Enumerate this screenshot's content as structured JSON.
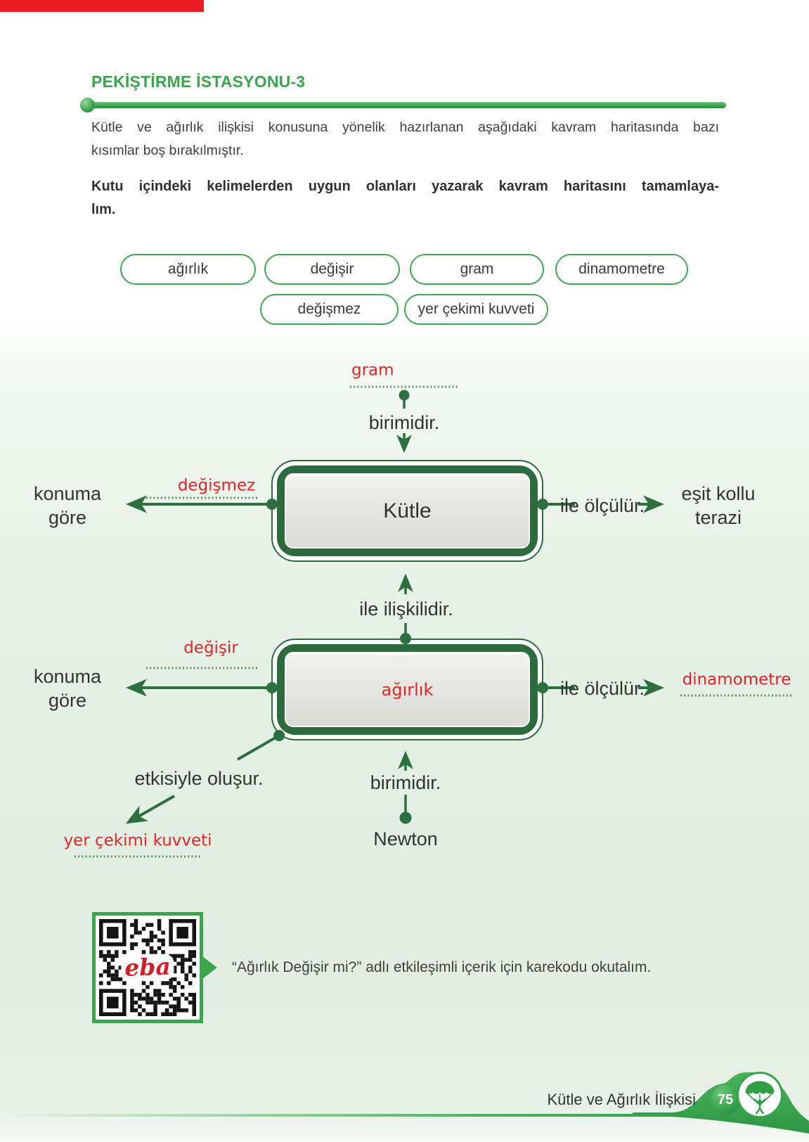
{
  "header": {
    "section_title": "PEKİŞTİRME İSTASYONU-3",
    "intro_lines": [
      "Kütle ve ağırlık ilişkisi konusuna yönelik hazırlanan aşağıdaki kavram haritasında bazı",
      "kısımlar boş bırakılmıştır."
    ],
    "instruction_lines": [
      "Kutu içindeki kelimelerden uygun olanları yazarak kavram haritasını tamamlaya-",
      "lım."
    ]
  },
  "word_bank": [
    "ağırlık",
    "değişir",
    "gram",
    "dinamometre",
    "değişmez",
    "yer çekimi kuvveti"
  ],
  "concept_map": {
    "unit_answer_top": "gram",
    "relation_unit_top": "birimidir.",
    "box_mass": "Kütle",
    "answer_mass_left": "değişmez",
    "label_location_top": "konuma göre",
    "relation_measured_top": "ile ölçülür.",
    "target_balance": "eşit kollu terazi",
    "relation_related": "ile ilişkilidir.",
    "answer_weight_left": "değişir",
    "label_location_bottom": "konuma göre",
    "box_weight_answer": "ağırlık",
    "relation_measured_bottom": "ile ölçülür.",
    "answer_dynamometer": "dinamometre",
    "relation_effect": "etkisiyle oluşur.",
    "answer_gravity": "yer çekimi kuvveti",
    "relation_unit_bottom": "birimidir.",
    "target_newton": "Newton"
  },
  "qr_section": {
    "logo": "eba",
    "caption": "“Ağırlık Değişir mi?” adlı etkileşimli içerik için karekodu okutalım."
  },
  "footer": {
    "chapter_title": "Kütle ve Ağırlık İlişkisi",
    "page_number": "75"
  },
  "colors": {
    "accent_green": "#3aa64b",
    "map_green": "#2d6f3e",
    "answer_red": "#e42528",
    "top_bar_red": "#ed1b24"
  }
}
